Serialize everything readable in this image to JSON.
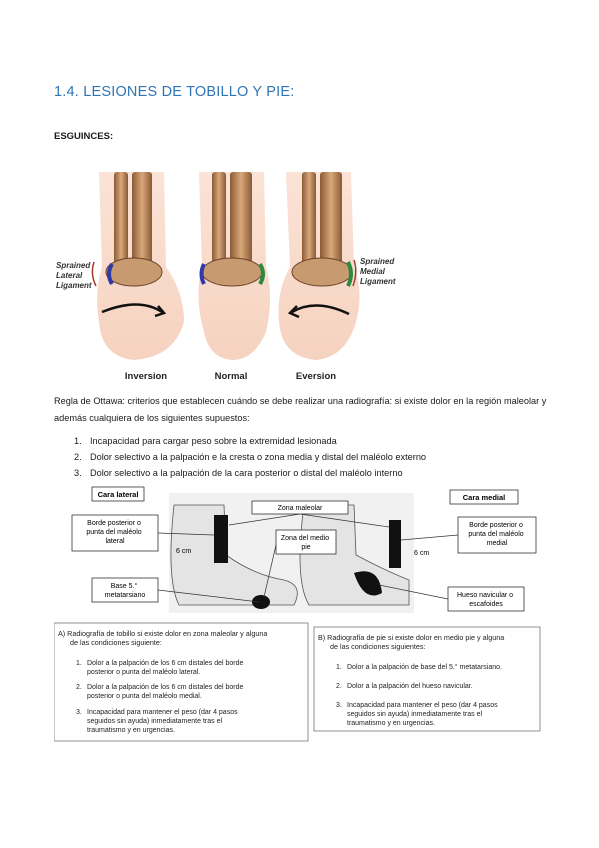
{
  "section_title": "1.4. LESIONES DE TOBILLO Y PIE:",
  "subsection": "ESGUINCES:",
  "ankle_figure": {
    "left_label": [
      "Sprained",
      "Lateral",
      "Ligament"
    ],
    "right_label": [
      "Sprained",
      "Medial",
      "Ligament"
    ],
    "captions": [
      "Inversion",
      "Normal",
      "Eversion"
    ]
  },
  "ottawa_intro": "Regla de Ottawa: criterios que establecen cuándo se debe realizar una radiografía: si existe dolor en la región maleolar y además cualquiera de los siguientes supuestos:",
  "criteria": [
    {
      "num": "1.",
      "text": "Incapacidad para cargar peso sobre la extremidad lesionada"
    },
    {
      "num": "2.",
      "text": "Dolor selectivo a la palpación e la cresta o zona media y distal del maléolo externo"
    },
    {
      "num": "3.",
      "text": "Dolor selectivo a la palpación de la cara posterior o distal del maléolo interno"
    }
  ],
  "ottawa_figure": {
    "cara_lateral": "Cara lateral",
    "cara_medial": "Cara medial",
    "zona_maleolar": "Zona maleolar",
    "zona_medio_pie": [
      "Zona del medio",
      "pie"
    ],
    "borde_lateral": [
      "Borde posterior o",
      "punta del maléolo",
      "lateral"
    ],
    "borde_medial": [
      "Borde posterior o",
      "punta del maléolo",
      "medial"
    ],
    "six_cm": "6 cm",
    "base5": [
      "Base 5.°",
      "metatarsiano"
    ],
    "navicular": [
      "Hueso navicular o",
      "escafoides"
    ],
    "box_a": {
      "title": [
        "A) Radiografía de tobillo si existe dolor en zona maleolar y alguna",
        "de las condiciones siguiente:"
      ],
      "items": [
        {
          "n": "1.",
          "lines": [
            "Dolor a la palpación de los 6 cm distales del borde",
            "posterior o punta del maléolo lateral."
          ]
        },
        {
          "n": "2.",
          "lines": [
            "Dolor a la palpación de los 6 cm distales del borde",
            "posterior o punta del maléolo medial."
          ]
        },
        {
          "n": "3.",
          "lines": [
            "Incapacidad para mantener el peso (dar 4 pasos",
            "seguidos sin ayuda) inmediatamente tras el",
            "traumatismo y en urgencias."
          ]
        }
      ]
    },
    "box_b": {
      "title": [
        "B) Radiografía de pie si existe dolor en medio pie y alguna",
        "de las condiciones siguientes:"
      ],
      "items": [
        {
          "n": "1.",
          "lines": [
            "Dolor a la palpación de base del 5.° metatarsiano."
          ]
        },
        {
          "n": "2.",
          "lines": [
            "Dolor a la palpación del hueso navicular."
          ]
        },
        {
          "n": "3.",
          "lines": [
            "Incapacidad para mantener el peso (dar 4 pasos",
            "seguidos sin ayuda) inmediatamente tras el",
            "traumatismo y en urgencias."
          ]
        }
      ]
    }
  }
}
